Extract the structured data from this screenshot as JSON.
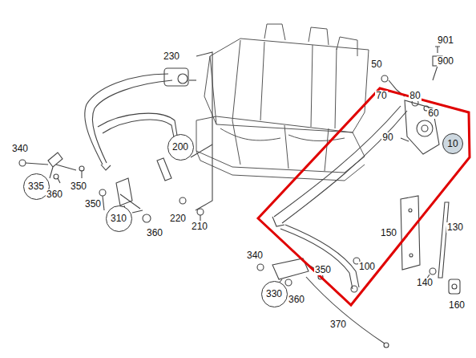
{
  "diagram": {
    "nodes": [
      {
        "text": [
          "200"
        ]
      },
      {
        "text": [
          "10"
        ]
      },
      {
        "text": [
          "335"
        ]
      },
      {
        "text": [
          "310"
        ]
      },
      {
        "text": [
          "330"
        ]
      }
    ],
    "labels": [
      "230",
      "340",
      "350",
      "360",
      "350",
      "360",
      "220",
      "210",
      "50",
      "901",
      "900",
      "70",
      "80",
      "60",
      "90",
      "150",
      "130",
      "100",
      "340",
      "350",
      "360",
      "140",
      "160",
      "370"
    ]
  }
}
